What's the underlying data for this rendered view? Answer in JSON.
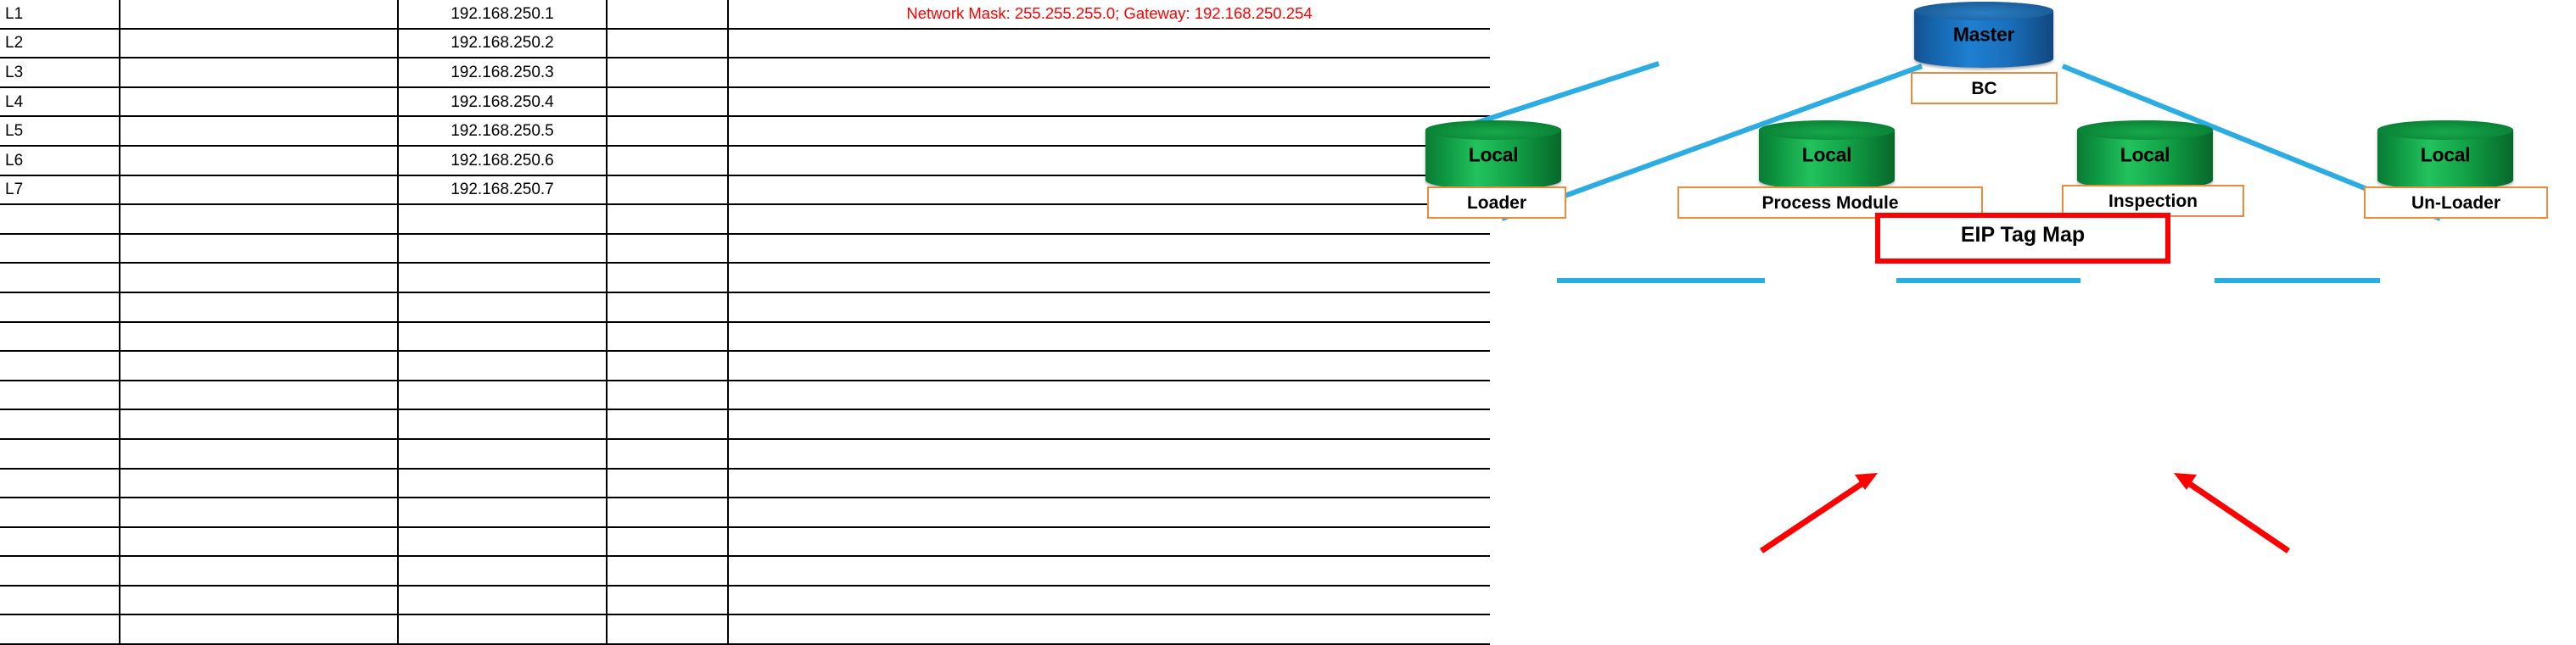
{
  "sheet": {
    "columns": [
      "label",
      "blank_a",
      "ip_address",
      "blank_b",
      "note"
    ],
    "rows": [
      {
        "label": "L1",
        "ip": "192.168.250.1",
        "note": "Network Mask: 255.255.255.0; Gateway: 192.168.250.254"
      },
      {
        "label": "L2",
        "ip": "192.168.250.2",
        "note": ""
      },
      {
        "label": "L3",
        "ip": "192.168.250.3",
        "note": ""
      },
      {
        "label": "L4",
        "ip": "192.168.250.4",
        "note": ""
      },
      {
        "label": "L5",
        "ip": "192.168.250.5",
        "note": ""
      },
      {
        "label": "L6",
        "ip": "192.168.250.6",
        "note": ""
      },
      {
        "label": "L7",
        "ip": "192.168.250.7",
        "note": ""
      },
      {
        "label": "",
        "ip": "",
        "note": ""
      },
      {
        "label": "",
        "ip": "",
        "note": ""
      },
      {
        "label": "",
        "ip": "",
        "note": ""
      },
      {
        "label": "",
        "ip": "",
        "note": ""
      },
      {
        "label": "",
        "ip": "",
        "note": ""
      },
      {
        "label": "",
        "ip": "",
        "note": ""
      },
      {
        "label": "",
        "ip": "",
        "note": ""
      },
      {
        "label": "",
        "ip": "",
        "note": ""
      },
      {
        "label": "",
        "ip": "",
        "note": ""
      },
      {
        "label": "",
        "ip": "",
        "note": ""
      },
      {
        "label": "",
        "ip": "",
        "note": ""
      },
      {
        "label": "",
        "ip": "",
        "note": ""
      },
      {
        "label": "",
        "ip": "",
        "note": ""
      },
      {
        "label": "",
        "ip": "",
        "note": ""
      },
      {
        "label": "",
        "ip": "",
        "note": ""
      }
    ],
    "note_color": "#FF0000"
  },
  "diagram": {
    "master": {
      "label": "Master",
      "caption": "BC"
    },
    "nodes": [
      {
        "label": "Local",
        "caption": "Loader"
      },
      {
        "label": "Local",
        "caption": "Process Module"
      },
      {
        "label": "Local",
        "caption": "Inspection"
      },
      {
        "label": "Local",
        "caption": "Un-Loader"
      }
    ],
    "callout": {
      "label": "EIP Tag Map"
    },
    "colors": {
      "link": "#2BACE2",
      "master_fill": "#1B6FB5",
      "local_fill": "#15A34A",
      "caption_border": "#ED8B3C",
      "callout_border": "#FF0000",
      "arrow": "#FF0000"
    }
  }
}
